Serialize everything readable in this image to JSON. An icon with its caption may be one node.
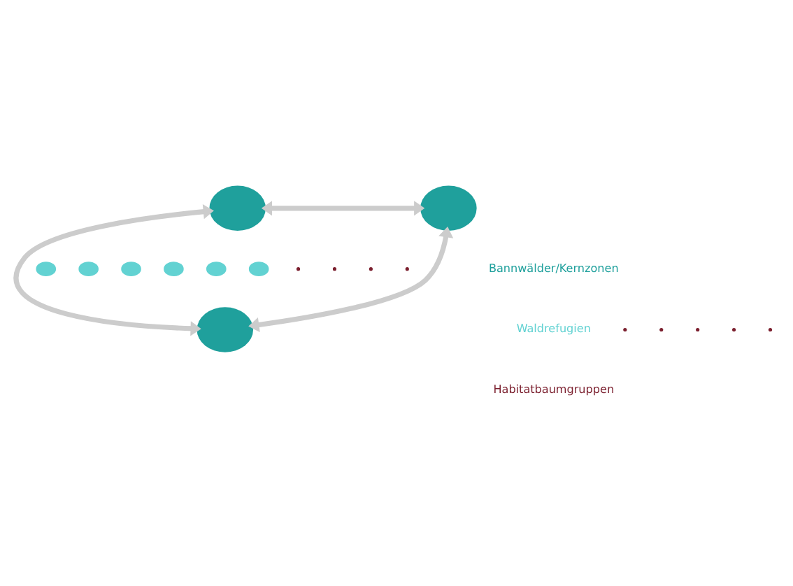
{
  "diagram": {
    "nodes": [
      {
        "text": [],
        "shape": "circle"
      },
      {
        "text": [],
        "shape": "circle"
      },
      {
        "text": [],
        "shape": "circle"
      },
      {
        "text": [],
        "shape": "circle"
      },
      {
        "text": [],
        "shape": "circle"
      },
      {
        "text": [],
        "shape": "circle"
      },
      {
        "text": [],
        "shape": "circle"
      },
      {
        "text": [],
        "shape": "circle"
      },
      {
        "text": [],
        "shape": "circle"
      },
      {
        "text": [],
        "shape": "dots"
      },
      {
        "text": [],
        "shape": "dots"
      },
      {
        "text": [],
        "shape": "dots"
      },
      {
        "text": [],
        "shape": "dots"
      },
      {
        "text": [],
        "shape": "dots"
      },
      {
        "text": [],
        "shape": "dots"
      },
      {
        "text": [],
        "shape": "dots"
      },
      {
        "text": [],
        "shape": "dots"
      },
      {
        "text": [],
        "shape": "dots"
      }
    ],
    "edges": [
      {
        "from": 0,
        "to": 1,
        "arrow": "both"
      },
      {
        "from": 0,
        "to": 2,
        "arrow": "both"
      },
      {
        "from": 1,
        "to": 2,
        "arrow": "both"
      }
    ],
    "legend": [
      {
        "text": "Bannwälder/Kernzonen",
        "color": "#1fa09c"
      },
      {
        "text": "Waldrefugien",
        "color": "#62d2d2"
      },
      {
        "text": "Habitatbaumgruppen",
        "color": "#7b1f2e"
      }
    ]
  }
}
